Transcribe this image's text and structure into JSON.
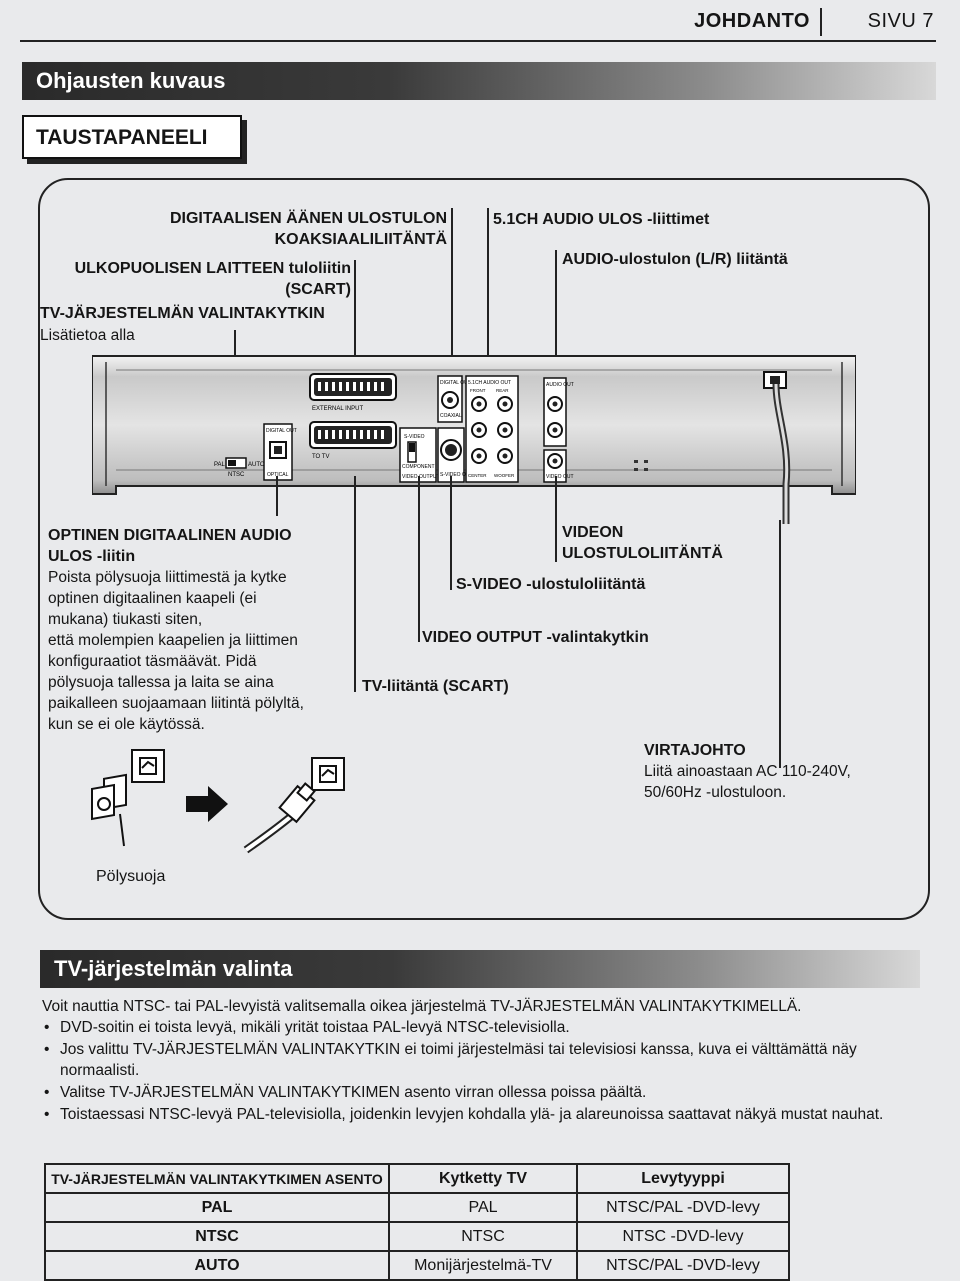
{
  "header": {
    "chapter": "JOHDANTO",
    "page": "SIVU 7"
  },
  "section1": {
    "title": "Ohjausten kuvaus",
    "tag": "TAUSTAPANEELI"
  },
  "labels": {
    "digital_audio_line1": "DIGITAALISEN ÄÄNEN ULOSTULON",
    "digital_audio_line2": "KOAKSIAALILIITÄNTÄ",
    "external_line1": "ULKOPUOLISEN LAITTEEN tuloliitin",
    "external_line2": "(SCART)",
    "tv_system_switch": "TV-JÄRJESTELMÄN VALINTAKYTKIN",
    "tv_system_note": "Lisätietoa alla",
    "ch51_audio": "5.1CH AUDIO ULOS -liittimet",
    "audio_lr": "AUDIO-ulostulon (L/R) liitäntä",
    "optical_title_line1": "OPTINEN DIGITAALINEN AUDIO",
    "optical_title_line2": "ULOS -liitin",
    "optical_desc": [
      "Poista pölysuoja liittimestä ja kytke",
      "optinen digitaalinen kaapeli (ei",
      "mukana) tiukasti siten,",
      "että molempien kaapelien ja liittimen",
      "konfiguraatiot täsmäävät. Pidä",
      "pölysuoja tallessa ja laita se aina",
      "paikalleen suojaamaan liitintä pölyltä,",
      "kun se ei ole käytössä."
    ],
    "video_out_line1": "VIDEON",
    "video_out_line2": "ULOSTULOLIITÄNTÄ",
    "svideo": "S-VIDEO -ulostuloliitäntä",
    "video_output_switch": "VIDEO OUTPUT -valintakytkin",
    "tv_scart": "TV-liitäntä (SCART)",
    "power_title": "VIRTAJOHTO",
    "power_line1": "Liitä ainoastaan AC 110-240V,",
    "power_line2": "50/60Hz -ulostuloon.",
    "dust_cap": "Pölysuoja"
  },
  "device_labels": {
    "external_input": "EXTERNAL INPUT",
    "to_tv": "TO TV",
    "digital_out": "DIGITAL OUT",
    "coaxial": "COAXIAL",
    "optical": "OPTICAL",
    "ch51": "5.1CH AUDIO OUT",
    "front": "FRONT",
    "rear": "REAR",
    "center": "CENTER",
    "woofer": "WOOFER",
    "audio_out": "AUDIO OUT",
    "video_out": "VIDEO OUT",
    "svideo": "S-VIDEO",
    "svideo_out": "S-VIDEO OUT",
    "component": "COMPONENT",
    "video_output": "VIDEO OUTPUT",
    "pal": "PAL",
    "ntsc": "NTSC",
    "auto": "AUTO"
  },
  "section2": {
    "title": "TV-järjestelmän valinta",
    "intro": "Voit nauttia NTSC- tai PAL-levyistä valitsemalla oikea järjestelmä TV-JÄRJESTELMÄN VALINTAKYTKIMELLÄ.",
    "bullets": [
      "DVD-soitin ei toista levyä, mikäli yrität toistaa PAL-levyä NTSC-televisiolla.",
      "Jos valittu TV-JÄRJESTELMÄN VALINTAKYTKIN ei toimi järjestelmäsi tai televisiosi kanssa, kuva ei välttämättä näy normaalisti.",
      "Valitse TV-JÄRJESTELMÄN VALINTAKYTKIMEN asento virran ollessa poissa päältä.",
      "Toistaessasi NTSC-levyä PAL-televisiolla, joidenkin levyjen kohdalla ylä- ja alareunoissa saattavat näkyä mustat nauhat."
    ]
  },
  "table": {
    "headers": [
      "TV-JÄRJESTELMÄN VALINTAKYTKIMEN ASENTO",
      "Kytketty TV",
      "Levytyyppi"
    ],
    "rows": [
      [
        "PAL",
        "PAL",
        "NTSC/PAL -DVD-levy"
      ],
      [
        "NTSC",
        "NTSC",
        "NTSC -DVD-levy"
      ],
      [
        "AUTO",
        "Monijärjestelmä-TV",
        "NTSC/PAL -DVD-levy"
      ]
    ]
  }
}
